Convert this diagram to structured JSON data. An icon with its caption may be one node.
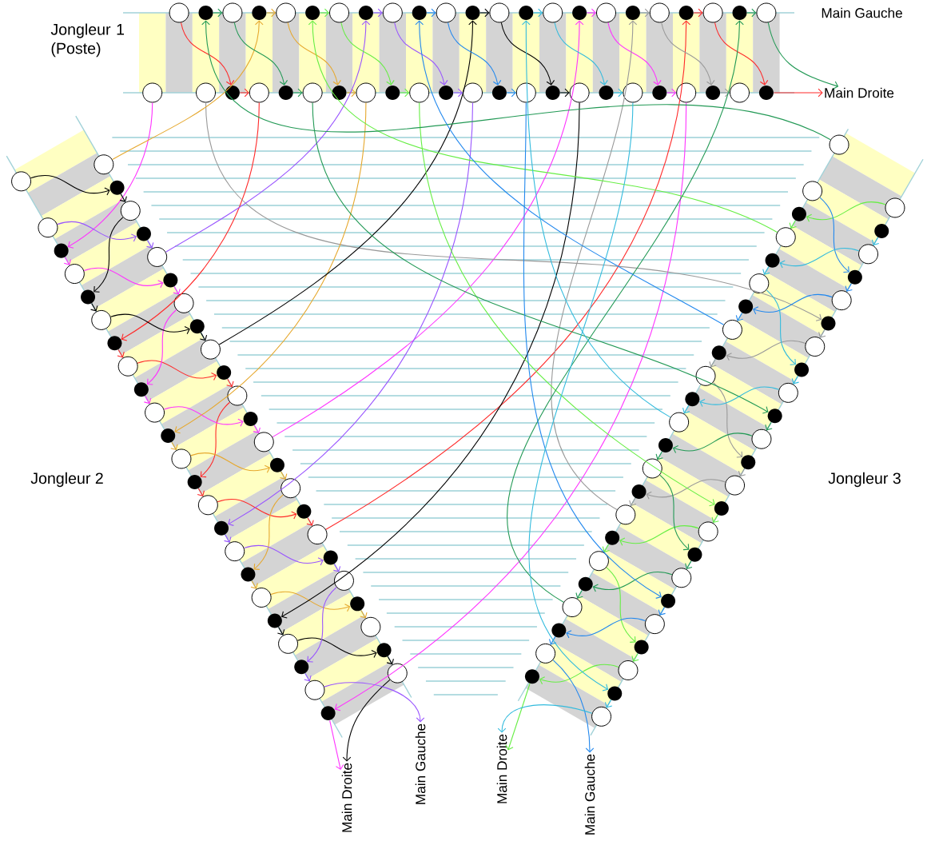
{
  "diagram": {
    "nodes": [
      {
        "text": [],
        "shape": "circle"
      },
      {
        "text": [],
        "shape": "dot"
      },
      {
        "text": [],
        "shape": "circle"
      },
      {
        "text": [],
        "shape": "dot"
      },
      {
        "text": [],
        "shape": "circle"
      },
      {
        "text": [],
        "shape": "dot"
      },
      {
        "text": [],
        "shape": "circle"
      },
      {
        "text": [],
        "shape": "dot"
      },
      {
        "text": [],
        "shape": "circle"
      },
      {
        "text": [],
        "shape": "dot"
      },
      {
        "text": [],
        "shape": "circle"
      },
      {
        "text": [],
        "shape": "dot"
      },
      {
        "text": [],
        "shape": "circle"
      },
      {
        "text": [],
        "shape": "dot"
      },
      {
        "text": [],
        "shape": "circle"
      },
      {
        "text": [],
        "shape": "dot"
      },
      {
        "text": [],
        "shape": "circle"
      },
      {
        "text": [],
        "shape": "dot"
      },
      {
        "text": [],
        "shape": "circle"
      },
      {
        "text": [],
        "shape": "dot"
      },
      {
        "text": [],
        "shape": "circle"
      },
      {
        "text": [],
        "shape": "dot"
      },
      {
        "text": [],
        "shape": "circle"
      },
      {
        "text": [],
        "shape": "circle"
      },
      {
        "text": [],
        "shape": "circle"
      },
      {
        "text": [],
        "shape": "dot"
      },
      {
        "text": [],
        "shape": "circle"
      },
      {
        "text": [],
        "shape": "dot"
      },
      {
        "text": [],
        "shape": "circle"
      },
      {
        "text": [],
        "shape": "dot"
      },
      {
        "text": [],
        "shape": "circle"
      },
      {
        "text": [],
        "shape": "dot"
      },
      {
        "text": [],
        "shape": "circle"
      },
      {
        "text": [],
        "shape": "dot"
      },
      {
        "text": [],
        "shape": "circle"
      },
      {
        "text": [],
        "shape": "dot"
      },
      {
        "text": [],
        "shape": "circle"
      },
      {
        "text": [],
        "shape": "dot"
      },
      {
        "text": [],
        "shape": "circle"
      },
      {
        "text": [],
        "shape": "dot"
      },
      {
        "text": [],
        "shape": "circle"
      },
      {
        "text": [],
        "shape": "dot"
      },
      {
        "text": [],
        "shape": "circle"
      },
      {
        "text": [],
        "shape": "dot"
      },
      {
        "text": [],
        "shape": "circle"
      },
      {
        "text": [],
        "shape": "dot"
      },
      {
        "text": [],
        "shape": "circle"
      },
      {
        "text": [],
        "shape": "dot"
      },
      {
        "text": [],
        "shape": "circle"
      },
      {
        "text": [],
        "shape": "dot"
      },
      {
        "text": [],
        "shape": "circle"
      },
      {
        "text": [],
        "shape": "dot"
      },
      {
        "text": [],
        "shape": "circle"
      },
      {
        "text": [],
        "shape": "dot"
      },
      {
        "text": [],
        "shape": "circle"
      },
      {
        "text": [],
        "shape": "dot"
      },
      {
        "text": [],
        "shape": "circle"
      },
      {
        "text": [],
        "shape": "dot"
      },
      {
        "text": [],
        "shape": "circle"
      },
      {
        "text": [],
        "shape": "dot"
      },
      {
        "text": [],
        "shape": "circle"
      },
      {
        "text": [],
        "shape": "dot"
      },
      {
        "text": [],
        "shape": "circle"
      },
      {
        "text": [],
        "shape": "dot"
      },
      {
        "text": [],
        "shape": "circle"
      },
      {
        "text": [],
        "shape": "dot"
      },
      {
        "text": [],
        "shape": "circle"
      },
      {
        "text": [],
        "shape": "dot"
      },
      {
        "text": [],
        "shape": "circle"
      },
      {
        "text": [],
        "shape": "circle"
      },
      {
        "text": [],
        "shape": "circle"
      },
      {
        "text": [],
        "shape": "dot"
      },
      {
        "text": [],
        "shape": "circle"
      },
      {
        "text": [],
        "shape": "dot"
      },
      {
        "text": [],
        "shape": "circle"
      },
      {
        "text": [],
        "shape": "dot"
      },
      {
        "text": [],
        "shape": "circle"
      },
      {
        "text": [],
        "shape": "dot"
      },
      {
        "text": [],
        "shape": "circle"
      },
      {
        "text": [],
        "shape": "dot"
      },
      {
        "text": [],
        "shape": "circle"
      },
      {
        "text": [],
        "shape": "dot"
      },
      {
        "text": [],
        "shape": "circle"
      },
      {
        "text": [],
        "shape": "dot"
      },
      {
        "text": [],
        "shape": "circle"
      },
      {
        "text": [],
        "shape": "dot"
      },
      {
        "text": [],
        "shape": "circle"
      },
      {
        "text": [],
        "shape": "dot"
      },
      {
        "text": [],
        "shape": "circle"
      },
      {
        "text": [],
        "shape": "dot"
      },
      {
        "text": [],
        "shape": "circle"
      },
      {
        "text": [],
        "shape": "dot"
      },
      {
        "text": [],
        "shape": "circle"
      },
      {
        "text": [],
        "shape": "dot"
      },
      {
        "text": [],
        "shape": "circle"
      },
      {
        "text": [],
        "shape": "dot"
      },
      {
        "text": [],
        "shape": "circle"
      },
      {
        "text": [],
        "shape": "dot"
      },
      {
        "text": [],
        "shape": "circle"
      },
      {
        "text": [],
        "shape": "dot"
      },
      {
        "text": [],
        "shape": "circle"
      },
      {
        "text": [],
        "shape": "dot"
      },
      {
        "text": [],
        "shape": "circle"
      },
      {
        "text": [],
        "shape": "dot"
      },
      {
        "text": [],
        "shape": "circle"
      },
      {
        "text": [],
        "shape": "dot"
      },
      {
        "text": [],
        "shape": "circle"
      },
      {
        "text": [],
        "shape": "dot"
      },
      {
        "text": [],
        "shape": "circle"
      },
      {
        "text": [],
        "shape": "dot"
      },
      {
        "text": [],
        "shape": "circle"
      },
      {
        "text": [],
        "shape": "dot"
      },
      {
        "text": [],
        "shape": "circle"
      },
      {
        "text": [],
        "shape": "dot"
      },
      {
        "text": [],
        "shape": "circle"
      },
      {
        "text": [],
        "shape": "circle"
      },
      {
        "text": [],
        "shape": "circle"
      },
      {
        "text": [],
        "shape": "dot"
      },
      {
        "text": [],
        "shape": "circle"
      },
      {
        "text": [],
        "shape": "dot"
      },
      {
        "text": [],
        "shape": "circle"
      },
      {
        "text": [],
        "shape": "dot"
      },
      {
        "text": [],
        "shape": "circle"
      },
      {
        "text": [],
        "shape": "dot"
      },
      {
        "text": [],
        "shape": "circle"
      },
      {
        "text": [],
        "shape": "dot"
      },
      {
        "text": [],
        "shape": "circle"
      },
      {
        "text": [],
        "shape": "dot"
      },
      {
        "text": [],
        "shape": "circle"
      },
      {
        "text": [],
        "shape": "dot"
      },
      {
        "text": [],
        "shape": "circle"
      },
      {
        "text": [],
        "shape": "dot"
      },
      {
        "text": [],
        "shape": "circle"
      },
      {
        "text": [],
        "shape": "dot"
      },
      {
        "text": [],
        "shape": "circle"
      },
      {
        "text": [],
        "shape": "dot"
      },
      {
        "text": [],
        "shape": "circle"
      },
      {
        "text": [],
        "shape": "dot"
      },
      {
        "text": [
          "Main Droite"
        ]
      },
      {
        "text": [
          "Main Droite"
        ]
      },
      {
        "text": [
          "Main Gauche"
        ]
      },
      {
        "text": [
          "Main Droite"
        ]
      },
      {
        "text": [
          "Main Gauche"
        ]
      }
    ],
    "edges": [
      {
        "from": 0,
        "to": 25,
        "arrow": "to",
        "color": "#ff2a2a"
      },
      {
        "from": 25,
        "to": 26,
        "arrow": "to",
        "color": "#ff2a2a"
      },
      {
        "from": 26,
        "to": 75,
        "arrow": "to",
        "color": "#ff2a2a"
      },
      {
        "from": 75,
        "to": 76,
        "arrow": "to",
        "color": "#ff2a2a"
      },
      {
        "from": 76,
        "to": 55,
        "arrow": "to",
        "color": "#ff2a2a"
      },
      {
        "from": 55,
        "to": 56,
        "arrow": "to",
        "color": "#ff2a2a"
      },
      {
        "from": 56,
        "to": 81,
        "arrow": "to",
        "color": "#ff2a2a"
      },
      {
        "from": 81,
        "to": 82,
        "arrow": "to",
        "color": "#ff2a2a"
      },
      {
        "from": 82,
        "to": 61,
        "arrow": "to",
        "color": "#ff2a2a"
      },
      {
        "from": 61,
        "to": 62,
        "arrow": "to",
        "color": "#ff2a2a"
      },
      {
        "from": 62,
        "to": 19,
        "arrow": "to",
        "color": "#ff2a2a"
      },
      {
        "from": 19,
        "to": 20,
        "arrow": "to",
        "color": "#ff2a2a"
      },
      {
        "from": 20,
        "to": 45,
        "arrow": "to",
        "color": "#ff2a2a"
      },
      {
        "from": 45,
        "to": 138,
        "arrow": "to",
        "color": "#ff2a2a"
      },
      {
        "from": 23,
        "to": 71,
        "arrow": "to",
        "color": "#ff33ff"
      },
      {
        "from": 71,
        "to": 72,
        "arrow": "to",
        "color": "#ff33ff"
      },
      {
        "from": 72,
        "to": 51,
        "arrow": "to",
        "color": "#ff33ff"
      },
      {
        "from": 51,
        "to": 52,
        "arrow": "to",
        "color": "#ff33ff"
      },
      {
        "from": 52,
        "to": 77,
        "arrow": "to",
        "color": "#ff33ff"
      },
      {
        "from": 77,
        "to": 78,
        "arrow": "to",
        "color": "#ff33ff"
      },
      {
        "from": 78,
        "to": 57,
        "arrow": "to",
        "color": "#ff33ff"
      },
      {
        "from": 57,
        "to": 58,
        "arrow": "to",
        "color": "#ff33ff"
      },
      {
        "from": 58,
        "to": 15,
        "arrow": "to",
        "color": "#ff33ff"
      },
      {
        "from": 15,
        "to": 16,
        "arrow": "to",
        "color": "#ff33ff"
      },
      {
        "from": 16,
        "to": 41,
        "arrow": "to",
        "color": "#ff33ff"
      },
      {
        "from": 41,
        "to": 42,
        "arrow": "to",
        "color": "#ff33ff"
      },
      {
        "from": 42,
        "to": 91,
        "arrow": "to",
        "color": "#ff33ff"
      },
      {
        "from": 91,
        "to": 139,
        "arrow": "to",
        "color": "#ff33ff"
      },
      {
        "from": 24,
        "to": 97,
        "arrow": "to",
        "color": "#999999"
      },
      {
        "from": 97,
        "to": 98,
        "arrow": "to",
        "color": "#999999"
      },
      {
        "from": 98,
        "to": 123,
        "arrow": "to",
        "color": "#999999"
      },
      {
        "from": 123,
        "to": 124,
        "arrow": "to",
        "color": "#999999"
      },
      {
        "from": 124,
        "to": 103,
        "arrow": "to",
        "color": "#999999"
      },
      {
        "from": 103,
        "to": 104,
        "arrow": "to",
        "color": "#999999"
      },
      {
        "from": 104,
        "to": 129,
        "arrow": "to",
        "color": "#999999"
      },
      {
        "from": 129,
        "to": 130,
        "arrow": "to",
        "color": "#999999"
      },
      {
        "from": 130,
        "to": 17,
        "arrow": "to",
        "color": "#999999"
      },
      {
        "from": 17,
        "to": 18,
        "arrow": "to",
        "color": "#999999"
      },
      {
        "from": 18,
        "to": 43,
        "arrow": "to",
        "color": "#999999"
      },
      {
        "from": 43,
        "to": 44,
        "arrow": "to",
        "color": "#999999"
      },
      {
        "from": 46,
        "to": 3,
        "arrow": "to",
        "color": "#e6a82e"
      },
      {
        "from": 3,
        "to": 4,
        "arrow": "to",
        "color": "#e6a82e"
      },
      {
        "from": 4,
        "to": 29,
        "arrow": "to",
        "color": "#e6a82e"
      },
      {
        "from": 29,
        "to": 30,
        "arrow": "to",
        "color": "#e6a82e"
      },
      {
        "from": 30,
        "to": 79,
        "arrow": "to",
        "color": "#e6a82e"
      },
      {
        "from": 79,
        "to": 80,
        "arrow": "to",
        "color": "#e6a82e"
      },
      {
        "from": 80,
        "to": 59,
        "arrow": "to",
        "color": "#e6a82e"
      },
      {
        "from": 59,
        "to": 60,
        "arrow": "to",
        "color": "#e6a82e"
      },
      {
        "from": 60,
        "to": 85,
        "arrow": "to",
        "color": "#e6a82e"
      },
      {
        "from": 85,
        "to": 86,
        "arrow": "to",
        "color": "#e6a82e"
      },
      {
        "from": 86,
        "to": 65,
        "arrow": "to",
        "color": "#e6a82e"
      },
      {
        "from": 65,
        "to": 66,
        "arrow": "to",
        "color": "#e6a82e"
      },
      {
        "from": 69,
        "to": 47,
        "arrow": "to",
        "color": "#000000"
      },
      {
        "from": 47,
        "to": 48,
        "arrow": "to",
        "color": "#000000"
      },
      {
        "from": 48,
        "to": 73,
        "arrow": "to",
        "color": "#000000"
      },
      {
        "from": 73,
        "to": 74,
        "arrow": "to",
        "color": "#000000"
      },
      {
        "from": 74,
        "to": 53,
        "arrow": "to",
        "color": "#000000"
      },
      {
        "from": 53,
        "to": 54,
        "arrow": "to",
        "color": "#000000"
      },
      {
        "from": 54,
        "to": 11,
        "arrow": "to",
        "color": "#000000"
      },
      {
        "from": 11,
        "to": 12,
        "arrow": "to",
        "color": "#000000"
      },
      {
        "from": 12,
        "to": 37,
        "arrow": "to",
        "color": "#000000"
      },
      {
        "from": 37,
        "to": 38,
        "arrow": "to",
        "color": "#000000"
      },
      {
        "from": 38,
        "to": 87,
        "arrow": "to",
        "color": "#000000"
      },
      {
        "from": 87,
        "to": 88,
        "arrow": "to",
        "color": "#000000"
      },
      {
        "from": 88,
        "to": 67,
        "arrow": "to",
        "color": "#000000"
      },
      {
        "from": 67,
        "to": 68,
        "arrow": "to",
        "color": "#000000"
      },
      {
        "from": 68,
        "to": 139,
        "arrow": "to",
        "color": "#000000"
      },
      {
        "from": 70,
        "to": 49,
        "arrow": "to",
        "color": "#9955ff"
      },
      {
        "from": 49,
        "to": 50,
        "arrow": "to",
        "color": "#9955ff"
      },
      {
        "from": 50,
        "to": 7,
        "arrow": "to",
        "color": "#9955ff"
      },
      {
        "from": 7,
        "to": 8,
        "arrow": "to",
        "color": "#9955ff"
      },
      {
        "from": 8,
        "to": 33,
        "arrow": "to",
        "color": "#9955ff"
      },
      {
        "from": 33,
        "to": 34,
        "arrow": "to",
        "color": "#9955ff"
      },
      {
        "from": 34,
        "to": 83,
        "arrow": "to",
        "color": "#9955ff"
      },
      {
        "from": 83,
        "to": 84,
        "arrow": "to",
        "color": "#9955ff"
      },
      {
        "from": 84,
        "to": 63,
        "arrow": "to",
        "color": "#9955ff"
      },
      {
        "from": 63,
        "to": 64,
        "arrow": "to",
        "color": "#9955ff"
      },
      {
        "from": 64,
        "to": 89,
        "arrow": "to",
        "color": "#9955ff"
      },
      {
        "from": 89,
        "to": 90,
        "arrow": "to",
        "color": "#9955ff"
      },
      {
        "from": 90,
        "to": 140,
        "arrow": "to",
        "color": "#9955ff"
      },
      {
        "from": 92,
        "to": 117,
        "arrow": "to",
        "color": "#66ee44"
      },
      {
        "from": 117,
        "to": 118,
        "arrow": "to",
        "color": "#66ee44"
      },
      {
        "from": 118,
        "to": 5,
        "arrow": "to",
        "color": "#66ee44"
      },
      {
        "from": 5,
        "to": 6,
        "arrow": "to",
        "color": "#66ee44"
      },
      {
        "from": 6,
        "to": 31,
        "arrow": "to",
        "color": "#66ee44"
      },
      {
        "from": 31,
        "to": 32,
        "arrow": "to",
        "color": "#66ee44"
      },
      {
        "from": 32,
        "to": 105,
        "arrow": "to",
        "color": "#66ee44"
      },
      {
        "from": 105,
        "to": 106,
        "arrow": "to",
        "color": "#66ee44"
      },
      {
        "from": 106,
        "to": 131,
        "arrow": "to",
        "color": "#66ee44"
      },
      {
        "from": 131,
        "to": 132,
        "arrow": "to",
        "color": "#66ee44"
      },
      {
        "from": 132,
        "to": 111,
        "arrow": "to",
        "color": "#66ee44"
      },
      {
        "from": 111,
        "to": 112,
        "arrow": "to",
        "color": "#66ee44"
      },
      {
        "from": 112,
        "to": 137,
        "arrow": "to",
        "color": "#66ee44"
      },
      {
        "from": 137,
        "to": 141,
        "arrow": "to",
        "color": "#66ee44"
      },
      {
        "from": 115,
        "to": 1,
        "arrow": "to",
        "color": "#229955"
      },
      {
        "from": 1,
        "to": 2,
        "arrow": "to",
        "color": "#229955"
      },
      {
        "from": 2,
        "to": 27,
        "arrow": "to",
        "color": "#229955"
      },
      {
        "from": 27,
        "to": 28,
        "arrow": "to",
        "color": "#229955"
      },
      {
        "from": 28,
        "to": 101,
        "arrow": "to",
        "color": "#229955"
      },
      {
        "from": 101,
        "to": 102,
        "arrow": "to",
        "color": "#229955"
      },
      {
        "from": 102,
        "to": 127,
        "arrow": "to",
        "color": "#229955"
      },
      {
        "from": 127,
        "to": 128,
        "arrow": "to",
        "color": "#229955"
      },
      {
        "from": 128,
        "to": 107,
        "arrow": "to",
        "color": "#229955"
      },
      {
        "from": 107,
        "to": 108,
        "arrow": "to",
        "color": "#229955"
      },
      {
        "from": 108,
        "to": 133,
        "arrow": "to",
        "color": "#229955"
      },
      {
        "from": 133,
        "to": 134,
        "arrow": "to",
        "color": "#229955"
      },
      {
        "from": 134,
        "to": 21,
        "arrow": "to",
        "color": "#229955"
      },
      {
        "from": 21,
        "to": 22,
        "arrow": "to",
        "color": "#229955"
      },
      {
        "from": 22,
        "to": 138,
        "arrow": "to",
        "color": "#229955"
      },
      {
        "from": 116,
        "to": 95,
        "arrow": "to",
        "color": "#2288ee"
      },
      {
        "from": 95,
        "to": 96,
        "arrow": "to",
        "color": "#2288ee"
      },
      {
        "from": 96,
        "to": 121,
        "arrow": "to",
        "color": "#2288ee"
      },
      {
        "from": 121,
        "to": 122,
        "arrow": "to",
        "color": "#2288ee"
      },
      {
        "from": 122,
        "to": 9,
        "arrow": "to",
        "color": "#2288ee"
      },
      {
        "from": 9,
        "to": 10,
        "arrow": "to",
        "color": "#2288ee"
      },
      {
        "from": 10,
        "to": 35,
        "arrow": "to",
        "color": "#2288ee"
      },
      {
        "from": 35,
        "to": 36,
        "arrow": "to",
        "color": "#2288ee"
      },
      {
        "from": 36,
        "to": 109,
        "arrow": "to",
        "color": "#2288ee"
      },
      {
        "from": 109,
        "to": 110,
        "arrow": "to",
        "color": "#2288ee"
      },
      {
        "from": 110,
        "to": 135,
        "arrow": "to",
        "color": "#2288ee"
      },
      {
        "from": 135,
        "to": 136,
        "arrow": "to",
        "color": "#2288ee"
      },
      {
        "from": 136,
        "to": 142,
        "arrow": "to",
        "color": "#2288ee"
      },
      {
        "from": 93,
        "to": 94,
        "arrow": "to",
        "color": "#33bbdd"
      },
      {
        "from": 94,
        "to": 119,
        "arrow": "to",
        "color": "#33bbdd"
      },
      {
        "from": 119,
        "to": 120,
        "arrow": "to",
        "color": "#33bbdd"
      },
      {
        "from": 120,
        "to": 99,
        "arrow": "to",
        "color": "#33bbdd"
      },
      {
        "from": 99,
        "to": 100,
        "arrow": "to",
        "color": "#33bbdd"
      },
      {
        "from": 100,
        "to": 125,
        "arrow": "to",
        "color": "#33bbdd"
      },
      {
        "from": 125,
        "to": 126,
        "arrow": "to",
        "color": "#33bbdd"
      },
      {
        "from": 126,
        "to": 13,
        "arrow": "to",
        "color": "#33bbdd"
      },
      {
        "from": 13,
        "to": 14,
        "arrow": "to",
        "color": "#33bbdd"
      },
      {
        "from": 14,
        "to": 39,
        "arrow": "to",
        "color": "#33bbdd"
      },
      {
        "from": 39,
        "to": 40,
        "arrow": "to",
        "color": "#33bbdd"
      },
      {
        "from": 40,
        "to": 113,
        "arrow": "to",
        "color": "#33bbdd"
      },
      {
        "from": 113,
        "to": 114,
        "arrow": "to",
        "color": "#33bbdd"
      },
      {
        "from": 114,
        "to": 141,
        "arrow": "to",
        "color": "#33bbdd"
      }
    ],
    "labels": [
      "Jongleur 1 (Poste)",
      "Main Gauche",
      "Jongleur 2",
      "Jongleur 3"
    ]
  }
}
